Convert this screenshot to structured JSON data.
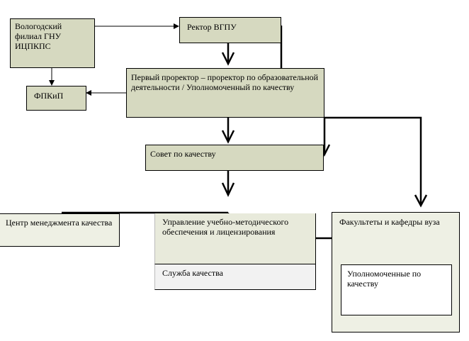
{
  "boxes": {
    "vologda": "Вологодский филиал ГНУ ИЦПКПС",
    "rector": "Ректор ВГПУ",
    "first_prorector": "Первый проректор – проректор по образовательной деятельности / Уполномоченный по качеству",
    "fpkip": "ФПКиП",
    "council": "Совет по качеству",
    "qm_center": "Центр менеджмента качества",
    "department": "Управление учебно-методического обеспечения и лицензирования",
    "quality_service": "Служба качества",
    "faculties": "Факультеты и кафедры вуза",
    "authorized": "Уполномоченные по качеству"
  },
  "colors": {
    "box_dark": "#d6d9c0",
    "box_light": "#eef0e4",
    "line": "#000000"
  }
}
